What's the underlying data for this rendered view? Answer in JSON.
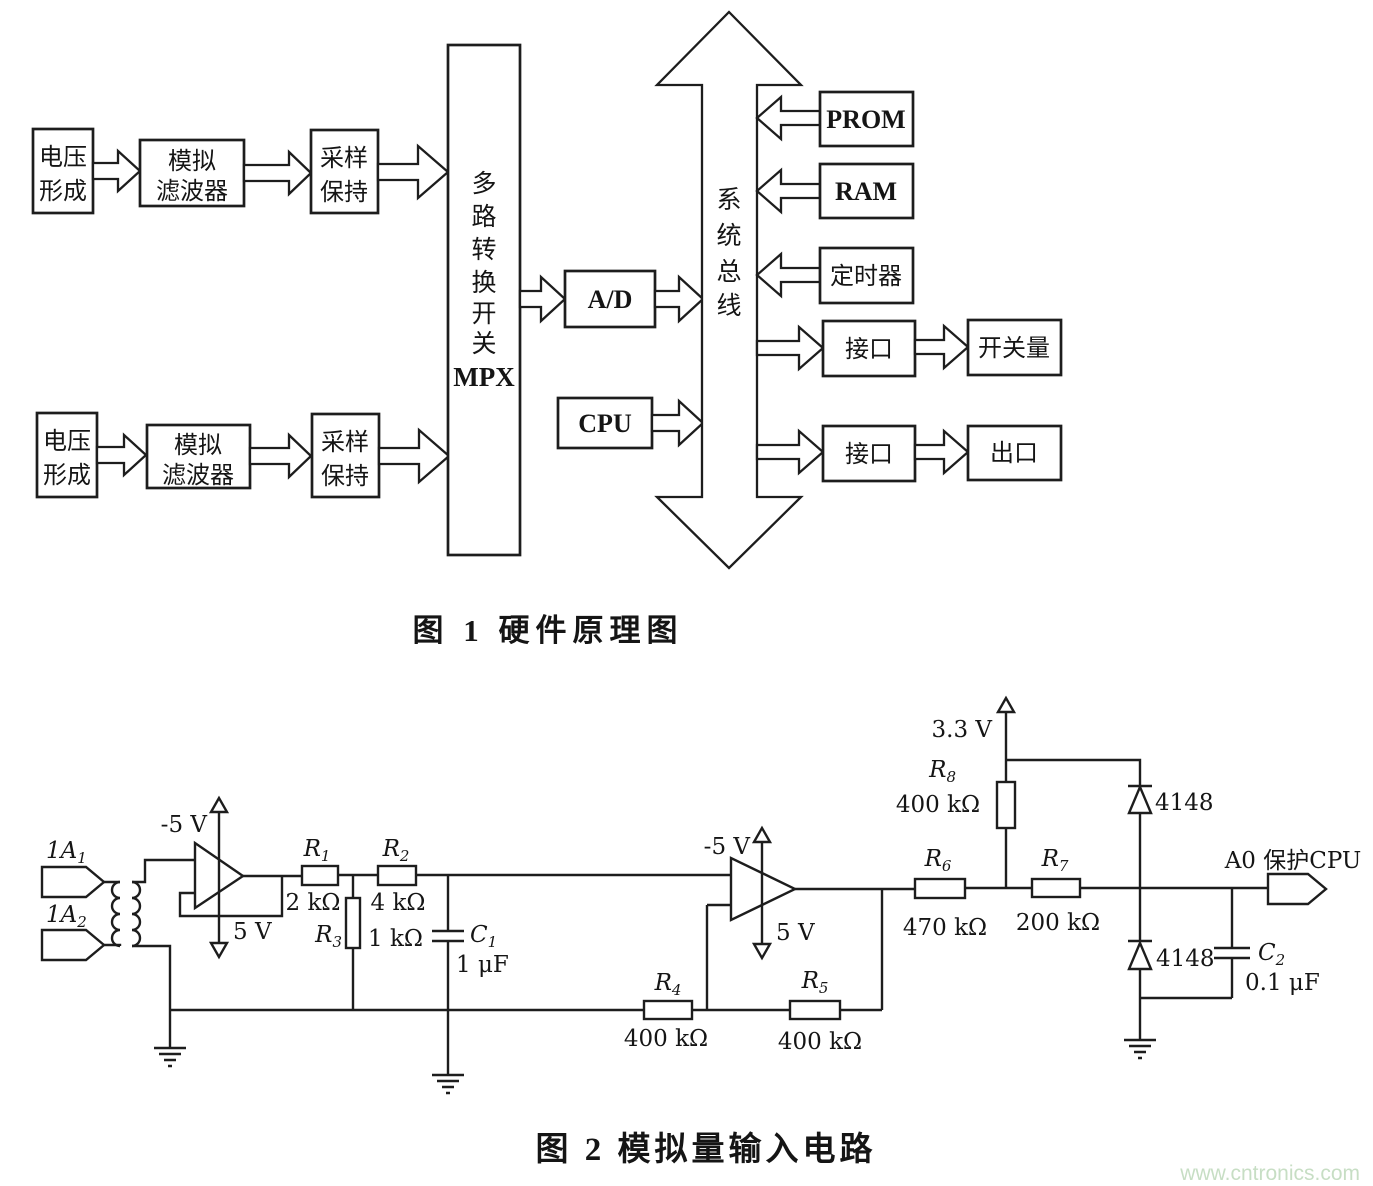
{
  "figure1": {
    "caption": "图 1  硬件原理图",
    "chain": {
      "voltage_l1": "电压",
      "voltage_l2": "形成",
      "filter_l1": "模拟",
      "filter_l2": "滤波器",
      "sample_l1": "采样",
      "sample_l2": "保持"
    },
    "mpx": {
      "chars": [
        "多",
        "路",
        "转",
        "换",
        "开",
        "关"
      ],
      "label": "MPX"
    },
    "adc": "A/D",
    "cpu": "CPU",
    "bus_chars": [
      "系",
      "统",
      "总",
      "线"
    ],
    "prom": "PROM",
    "ram": "RAM",
    "timer": "定时器",
    "io1": "接口",
    "switch_out": "开关量",
    "io2": "接口",
    "outlet": "出口"
  },
  "figure2": {
    "caption": "图 2  模拟量输入电路",
    "inputs": {
      "in1": {
        "ref": "1A",
        "sub": "1"
      },
      "in2": {
        "ref": "1A",
        "sub": "2"
      }
    },
    "opamp1": {
      "vneg": "-5 V",
      "vpos": "5 V"
    },
    "opamp2": {
      "vneg": "-5 V",
      "vpos": "5 V"
    },
    "supply": "3.3 V",
    "resistors": {
      "r1": {
        "ref": "R",
        "sub": "1",
        "value": "2 kΩ"
      },
      "r2": {
        "ref": "R",
        "sub": "2",
        "value": "4 kΩ"
      },
      "r3": {
        "ref": "R",
        "sub": "3",
        "value": "1 kΩ"
      },
      "r4": {
        "ref": "R",
        "sub": "4",
        "value": "400 kΩ"
      },
      "r5": {
        "ref": "R",
        "sub": "5",
        "value": "400 kΩ"
      },
      "r6": {
        "ref": "R",
        "sub": "6",
        "value": "470 kΩ"
      },
      "r7": {
        "ref": "R",
        "sub": "7",
        "value": "200 kΩ"
      },
      "r8": {
        "ref": "R",
        "sub": "8",
        "value": "400 kΩ"
      }
    },
    "capacitors": {
      "c1": {
        "ref": "C",
        "sub": "1",
        "value": "1 μF"
      },
      "c2": {
        "ref": "C",
        "sub": "2",
        "value": "0.1 μF"
      }
    },
    "diodes": {
      "d1": "4148",
      "d2": "4148"
    },
    "output": "A0 保护CPU"
  },
  "watermark": "www.cntronics.com"
}
